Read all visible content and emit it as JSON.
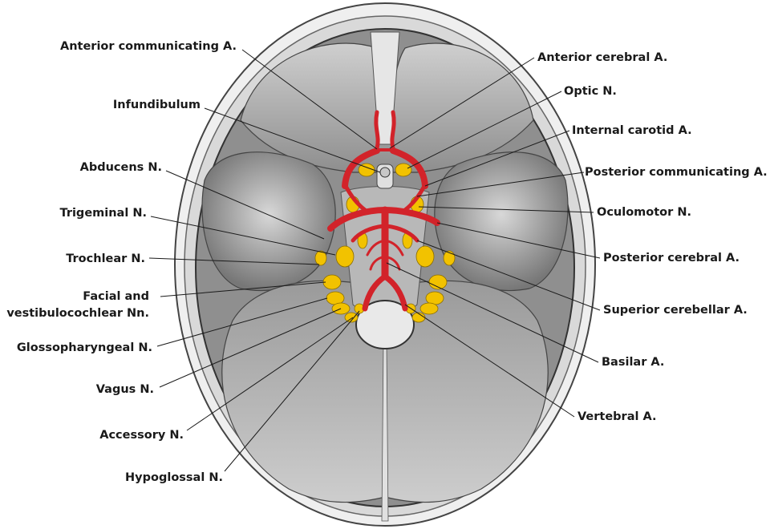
{
  "colors": {
    "artery": "#d2232a",
    "nerve": "#f2c200",
    "bone_outer": "#e4e4e4",
    "bone_inner": "#cfcfcf",
    "fossa": "#8c8c8c",
    "background": "#ffffff"
  },
  "labels": {
    "anterior_communicating_a": "Anterior communicating A.",
    "infundibulum": "Infundibulum",
    "abducens_n": "Abducens N.",
    "trigeminal_n": "Trigeminal N.",
    "trochlear_n": "Trochlear N.",
    "facial_line1": "Facial and",
    "facial_line2": "vestibulocochlear Nn.",
    "glossopharyngeal_n": "Glossopharyngeal N.",
    "vagus_n": "Vagus N.",
    "accessory_n": "Accessory N.",
    "hypoglossal_n": "Hypoglossal N.",
    "anterior_cerebral_a": "Anterior cerebral A.",
    "optic_n": "Optic N.",
    "internal_carotid_a": "Internal carotid A.",
    "posterior_communicating_a": "Posterior communicating A.",
    "oculomotor_n": "Oculomotor N.",
    "posterior_cerebral_a": "Posterior cerebral A.",
    "superior_cerebellar_a": "Superior cerebellar A.",
    "basilar_a": "Basilar A.",
    "vertebral_a": "Vertebral A."
  }
}
